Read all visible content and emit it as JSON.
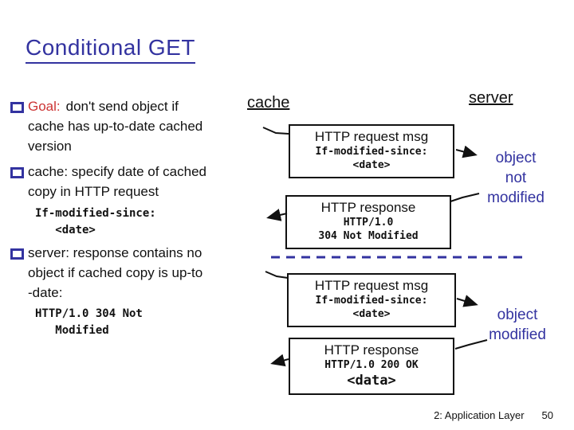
{
  "title": "Conditional GET",
  "bullets": [
    {
      "lead": "Goal:",
      "text": "don't send object if\ncache has up-to-date cached\nversion"
    },
    {
      "text": "cache: specify date of cached\ncopy in HTTP request"
    },
    {
      "text": "server: response contains no\nobject if cached copy is up-to\n-date:"
    }
  ],
  "code_snippets": [
    "If-modified-since:\n   <date>",
    "HTTP/1.0 304 Not\n   Modified"
  ],
  "diagram": {
    "cache_label": "cache",
    "server_label": "server",
    "messages": [
      {
        "title": "HTTP request msg",
        "code": "If-modified-since:\n<date>"
      },
      {
        "title": "HTTP response",
        "code": "HTTP/1.0\n304 Not Modified"
      },
      {
        "title": "HTTP request msg",
        "code": "If-modified-since:\n<date>"
      },
      {
        "title": "HTTP response",
        "code": "HTTP/1.0 200 OK",
        "payload": "<data>"
      }
    ],
    "annotations": [
      "object\nnot\nmodified",
      "object\nmodified"
    ]
  },
  "footer": {
    "section": "2: Application Layer",
    "page": "50"
  },
  "colors": {
    "accent_navy": "#3333a0",
    "accent_red": "#cc3333",
    "text": "#111111"
  }
}
